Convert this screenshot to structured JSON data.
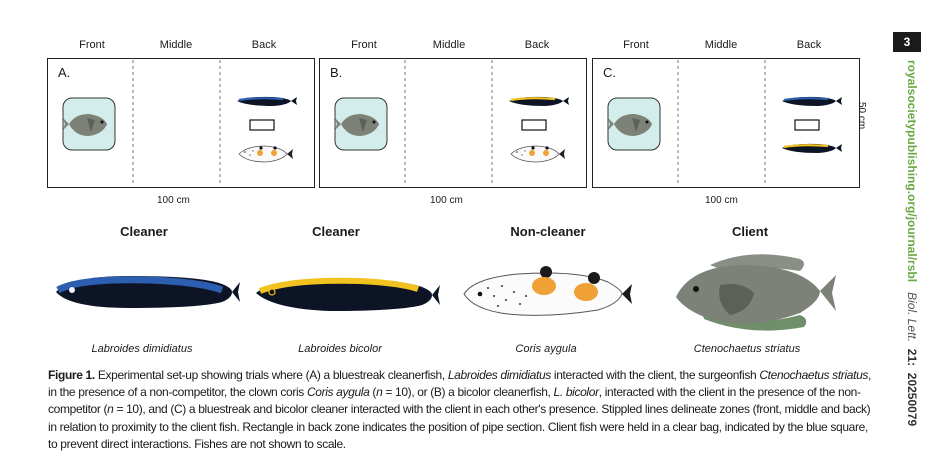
{
  "page_number": "3",
  "sidebar": {
    "journal_url": "royalsocietypublishing.org/journal/rsbl",
    "journal_abbrev": "Biol. Lett.",
    "volume": "21:",
    "article_id": "20250079"
  },
  "panels": [
    {
      "letter": "A.",
      "zones": [
        "Front",
        "Middle",
        "Back"
      ],
      "width_label": "100 cm"
    },
    {
      "letter": "B.",
      "zones": [
        "Front",
        "Middle",
        "Back"
      ],
      "width_label": "100 cm"
    },
    {
      "letter": "C.",
      "zones": [
        "Front",
        "Middle",
        "Back"
      ],
      "width_label": "100 cm"
    }
  ],
  "height_label": "50 cm",
  "fish_roles": [
    {
      "role": "Cleaner",
      "species": "Labroides dimidiatus"
    },
    {
      "role": "Cleaner",
      "species": "Labroides bicolor"
    },
    {
      "role": "Non-cleaner",
      "species": "Coris aygula"
    },
    {
      "role": "Client",
      "species": "Ctenochaetus striatus"
    }
  ],
  "caption": {
    "label": "Figure 1.",
    "s1": " Experimental set-up showing trials where (A) a bluestreak cleanerfish, ",
    "s1_it": "Labroides dimidiatus",
    "s2": " interacted with the client, the surgeonfish ",
    "s2_it": "Ctenochaetus striatus",
    "s3": ", in the presence of a non-competitor, the clown coris ",
    "s3_it": "Coris aygula",
    "s4": " (",
    "s4_n": "n",
    "s5": " = 10), or (B) a bicolor cleanerfish, ",
    "s5_it": "L. bicolor",
    "s6": ", interacted with the client in the presence of the non-competitor (",
    "s6_n": "n",
    "s7": " = 10), and (C) a bluestreak and bicolor cleaner interacted with the client in each other's presence. Stippled lines delineate zones (front, middle and back) in relation to proximity to the client fish. Rectangle in back zone indicates the position of pipe section. Client fish were held in a clear bag, indicated by the blue square, to prevent direct interactions. Fishes are not shown to scale."
  },
  "colors": {
    "bag_fill": "#d3ecec",
    "client_body": "#7d8278",
    "client_dark": "#5b6156",
    "cleaner_blue": "#2e5eb0",
    "cleaner_yellow": "#f2c21e",
    "coris_orange": "#f0a034",
    "journal_green": "#6aa842"
  }
}
